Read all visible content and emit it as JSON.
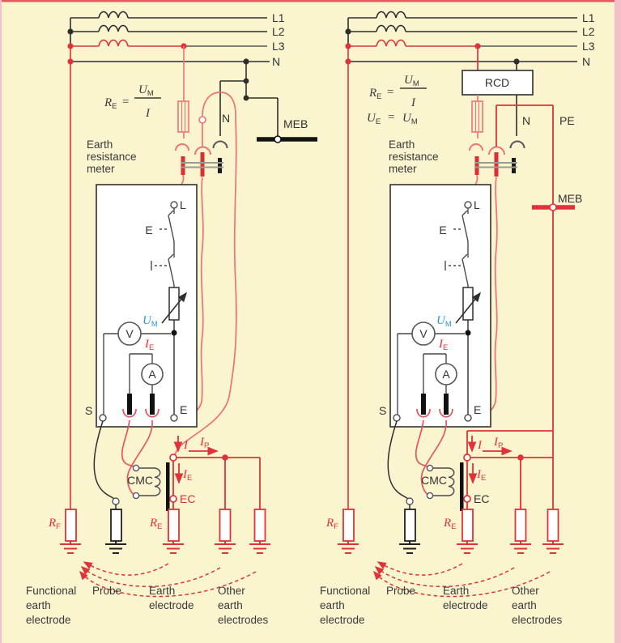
{
  "palette": {
    "background": "#faf4cf",
    "red": "#e03238",
    "salmon": "#ef7276",
    "blue": "#2499d4",
    "dark": "#2e2e2e",
    "gray": "#56565a",
    "top_border": "#e05a60",
    "edge_strip": "#f2c0ca"
  },
  "left": {
    "power_labels": [
      "L1",
      "L2",
      "L3",
      "N"
    ],
    "formula_re": {
      "lhs_main": "R",
      "lhs_sub": "E",
      "eq": "=",
      "num_main": "U",
      "num_sub": "M",
      "den": "I"
    },
    "meter_title_lines": [
      "Earth",
      "resistance",
      "meter"
    ],
    "socket_n_label": "N",
    "meb_label": "MEB",
    "l_terminal_label": "L",
    "switch_e_label": "E",
    "um": {
      "main": "U",
      "sub": "M"
    },
    "ie": {
      "main": "I",
      "sub": "E"
    },
    "voltmeter_label": "V",
    "ammeter_label": "A",
    "s_terminal_label": "S",
    "e_terminal_label": "E",
    "cmc_label": "CMC",
    "ec_label": "EC",
    "i_label": "I",
    "ip": {
      "main": "I",
      "sub": "P"
    },
    "ie_flow": {
      "main": "I",
      "sub": "E"
    },
    "re": {
      "main": "R",
      "sub": "E"
    },
    "rf": {
      "main": "R",
      "sub": "F"
    },
    "captions": [
      {
        "lines": [
          "Functional",
          "earth",
          "electrode"
        ]
      },
      {
        "lines": [
          "Probe"
        ]
      },
      {
        "lines": [
          "Earth",
          "electrode"
        ]
      },
      {
        "lines": [
          "Other",
          "earth",
          "electrodes"
        ]
      }
    ]
  },
  "right": {
    "power_labels": [
      "L1",
      "L2",
      "L3",
      "N"
    ],
    "formula_re": {
      "lhs_main": "R",
      "lhs_sub": "E",
      "eq": "=",
      "num_main": "U",
      "num_sub": "M",
      "den": "I"
    },
    "formula_ue": {
      "lhs_main": "U",
      "lhs_sub": "E",
      "eq": "=",
      "rhs_main": "U",
      "rhs_sub": "M"
    },
    "rcd_label": "RCD",
    "pe_label": "PE",
    "meb_label": "MEB",
    "meter_title_lines": [
      "Earth",
      "resistance",
      "meter"
    ],
    "socket_n_label": "N",
    "l_terminal_label": "L",
    "switch_e_label": "E",
    "um": {
      "main": "U",
      "sub": "M"
    },
    "ie": {
      "main": "I",
      "sub": "E"
    },
    "voltmeter_label": "V",
    "ammeter_label": "A",
    "s_terminal_label": "S",
    "e_terminal_label": "E",
    "cmc_label": "CMC",
    "ec_label": "EC",
    "i_label": "I",
    "ip": {
      "main": "I",
      "sub": "P"
    },
    "ie_flow": {
      "main": "I",
      "sub": "E"
    },
    "re": {
      "main": "R",
      "sub": "E"
    },
    "rf": {
      "main": "R",
      "sub": "F"
    },
    "captions": [
      {
        "lines": [
          "Functional",
          "earth",
          "electrode"
        ]
      },
      {
        "lines": [
          "Probe"
        ]
      },
      {
        "lines": [
          "Earth",
          "electrode"
        ]
      },
      {
        "lines": [
          "Other",
          "earth",
          "electrodes"
        ]
      }
    ]
  }
}
